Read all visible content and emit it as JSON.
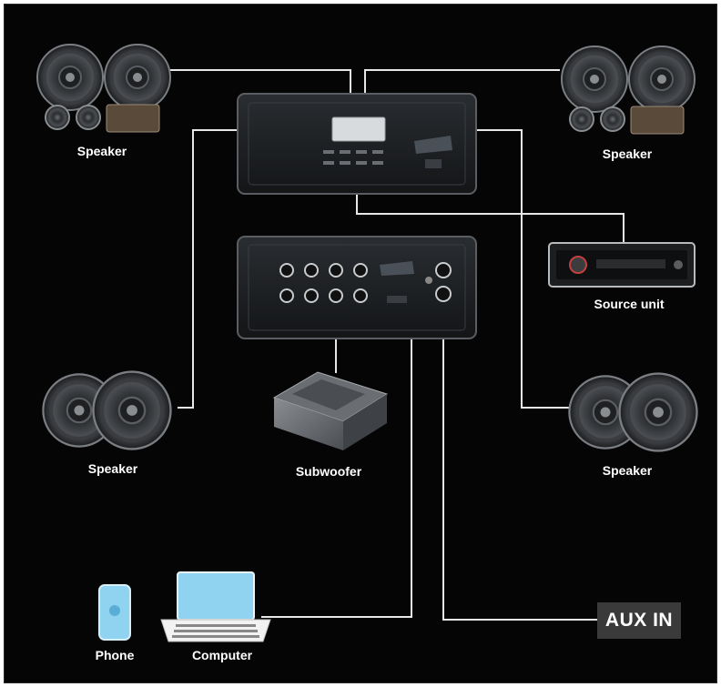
{
  "labels": {
    "speaker_top_left": "Speaker",
    "speaker_top_right": "Speaker",
    "speaker_bottom_left": "Speaker",
    "speaker_bottom_right": "Speaker",
    "source_unit": "Source unit",
    "subwoofer": "Subwoofer",
    "phone": "Phone",
    "computer": "Computer",
    "aux_in": "AUX IN"
  },
  "colors": {
    "background": "#050505",
    "wire": "#e8e8e8",
    "device_screen": "#8fd3f0",
    "amp_body": "#1a1c1e"
  }
}
